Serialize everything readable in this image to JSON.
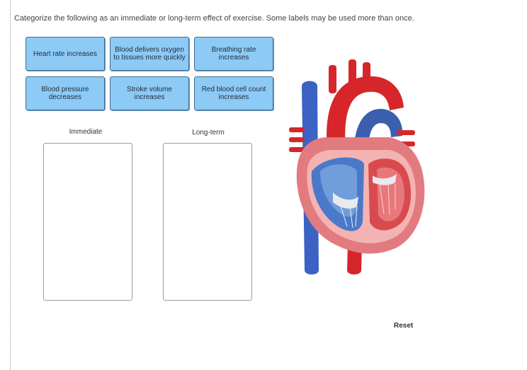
{
  "instruction": "Categorize the following as an immediate or long-term effect of exercise. Some labels may be used more than once.",
  "labels": [
    "Heart rate increases",
    "Blood delivers oxygen to tissues more quickly",
    "Breathing rate increases",
    "Blood pressure decreases",
    "Stroke volume increases",
    "Red blood cell count increases"
  ],
  "categories": [
    "Immediate",
    "Long-term"
  ],
  "reset_label": "Reset",
  "colors": {
    "label_fill": "#8dcaf6",
    "label_border": "#3d6c92",
    "vein_blue": "#3b62c4",
    "artery_red": "#d6262a"
  }
}
